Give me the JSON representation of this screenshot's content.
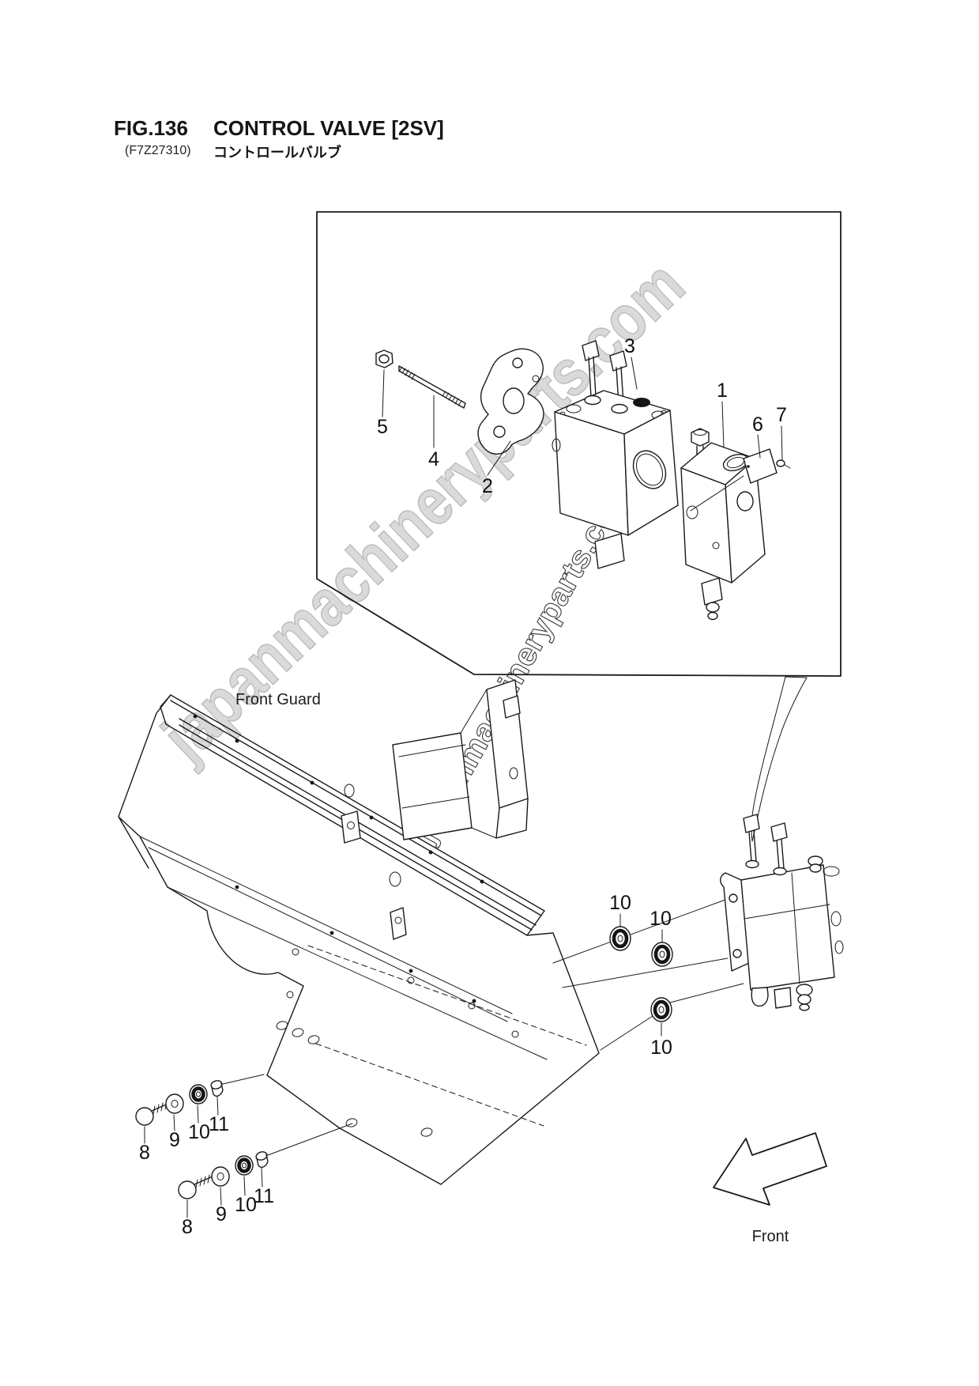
{
  "page": {
    "fig_label": "FIG.136",
    "fig_code": "(F7Z27310)",
    "title": "CONTROL VALVE [2SV]",
    "title_jp": "コントロールバルブ",
    "front_guard_label": "Front Guard",
    "front_label": "Front"
  },
  "watermark": {
    "text": "japanmachineryparts.com",
    "fill_color": "#dadada",
    "edge_color": "#bdbdbd",
    "outline_text_color": "#3a3a3a"
  },
  "callouts": {
    "n1": "1",
    "n2": "2",
    "n3": "3",
    "n4": "4",
    "n5": "5",
    "n6": "6",
    "n7": "7",
    "n8": "8",
    "n9": "9",
    "n10": "10",
    "n11": "11"
  }
}
